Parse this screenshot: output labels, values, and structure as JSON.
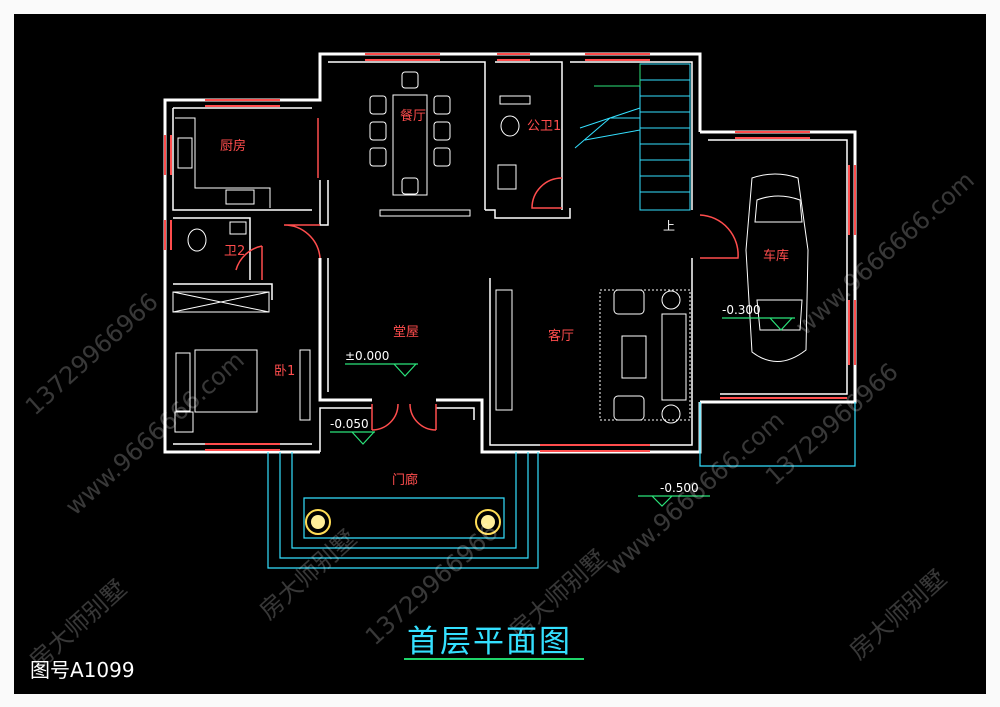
{
  "title": "首层平面图",
  "drawing_no": "图号A1099",
  "rooms": {
    "kitchen": "厨房",
    "dining": "餐厅",
    "public_wc": "公卫1",
    "wc2": "卫2",
    "hall": "堂屋",
    "living": "客厅",
    "bedroom": "卧1",
    "garage": "车库",
    "porch": "门廊"
  },
  "levels": {
    "hall": "±0.000",
    "door": "-0.050",
    "garage": "-0.300",
    "outside": "-0.500"
  },
  "stair_mark": "上",
  "watermarks": [
    "房大师别墅",
    "13729966966",
    "www.9666666.com"
  ],
  "colors": {
    "wall": "#ffffff",
    "window": "#ff4d4d",
    "label": "#ff4d4d",
    "level": "#ffffff",
    "porch": "#34e0ff",
    "stair": "#34e0ff",
    "caption": "#34e0ff"
  }
}
